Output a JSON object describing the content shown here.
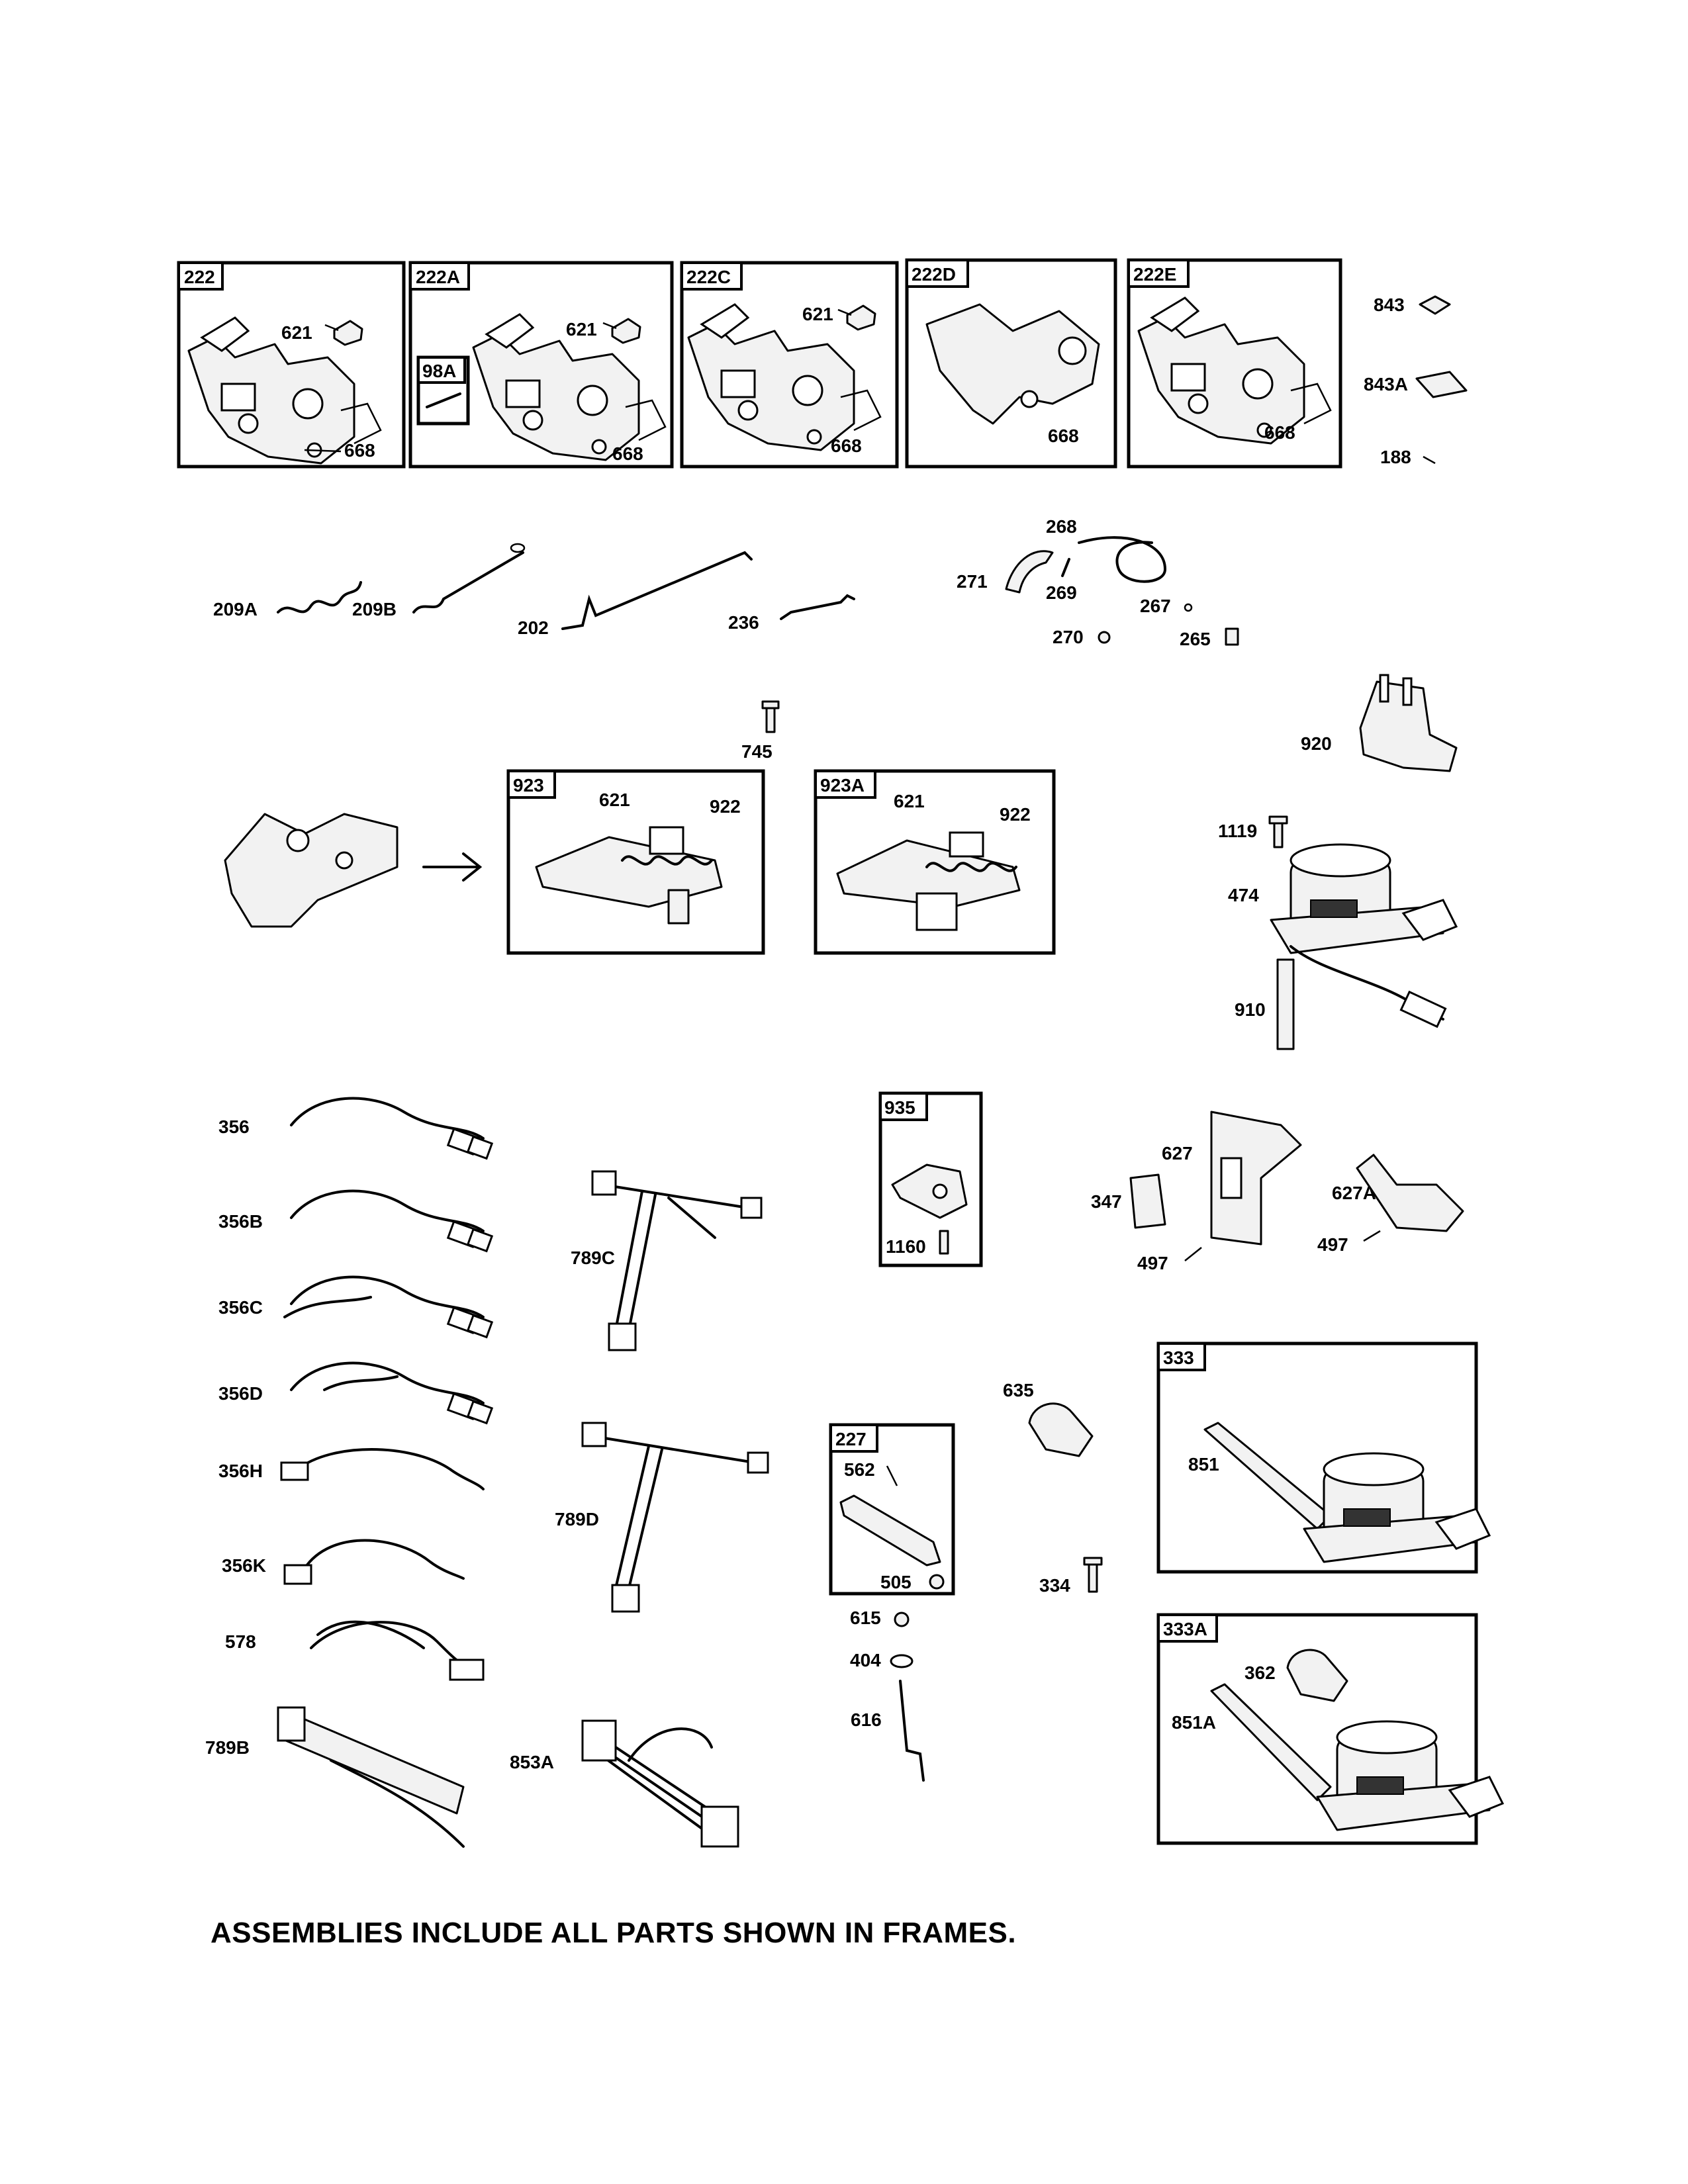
{
  "footer_note": "ASSEMBLIES INCLUDE ALL PARTS SHOWN IN FRAMES.",
  "frames": [
    {
      "id": "222",
      "parts": [
        "621",
        "668"
      ]
    },
    {
      "id": "222A",
      "subframe": "98A",
      "parts": [
        "621",
        "668"
      ]
    },
    {
      "id": "222C",
      "parts": [
        "621",
        "668"
      ]
    },
    {
      "id": "222D",
      "parts": [
        "668"
      ]
    },
    {
      "id": "222E",
      "parts": [
        "668"
      ]
    },
    {
      "id": "923",
      "parts": [
        "621",
        "922"
      ]
    },
    {
      "id": "923A",
      "parts": [
        "621",
        "922"
      ]
    },
    {
      "id": "935",
      "parts": [
        "1160"
      ]
    },
    {
      "id": "227",
      "parts": [
        "562",
        "505"
      ]
    },
    {
      "id": "333",
      "parts": [
        "851"
      ]
    },
    {
      "id": "333A",
      "parts": [
        "362",
        "851A"
      ]
    }
  ],
  "loose_parts": [
    "843",
    "843A",
    "188",
    "209A",
    "209B",
    "202",
    "236",
    "268",
    "271",
    "269",
    "267",
    "270",
    "265",
    "745",
    "920",
    "1119",
    "474",
    "910",
    "356",
    "356B",
    "356C",
    "356D",
    "356H",
    "356K",
    "578",
    "789B",
    "789C",
    "789D",
    "853A",
    "627",
    "347",
    "627A",
    "497",
    "635",
    "334",
    "615",
    "404",
    "616"
  ],
  "labels": {
    "f222": "222",
    "f222a": "222A",
    "f98a": "98A",
    "f222c": "222C",
    "f222d": "222D",
    "f222e": "222E",
    "f923": "923",
    "f923a": "923A",
    "f935": "935",
    "f227": "227",
    "f333": "333",
    "f333a": "333A",
    "p621": "621",
    "p668": "668",
    "p843": "843",
    "p843a": "843A",
    "p188": "188",
    "p209a": "209A",
    "p209b": "209B",
    "p202": "202",
    "p236": "236",
    "p268": "268",
    "p271": "271",
    "p269": "269",
    "p267": "267",
    "p270": "270",
    "p265": "265",
    "p745": "745",
    "p920": "920",
    "p922": "922",
    "p1119": "1119",
    "p474": "474",
    "p910": "910",
    "p356": "356",
    "p356b": "356B",
    "p356c": "356C",
    "p356d": "356D",
    "p356h": "356H",
    "p356k": "356K",
    "p578": "578",
    "p789b": "789B",
    "p789c": "789C",
    "p789d": "789D",
    "p853a": "853A",
    "p1160": "1160",
    "p627": "627",
    "p347": "347",
    "p627a": "627A",
    "p497": "497",
    "p635": "635",
    "p562": "562",
    "p505": "505",
    "p334": "334",
    "p615": "615",
    "p404": "404",
    "p616": "616",
    "p851": "851",
    "p362": "362",
    "p851a": "851A"
  }
}
